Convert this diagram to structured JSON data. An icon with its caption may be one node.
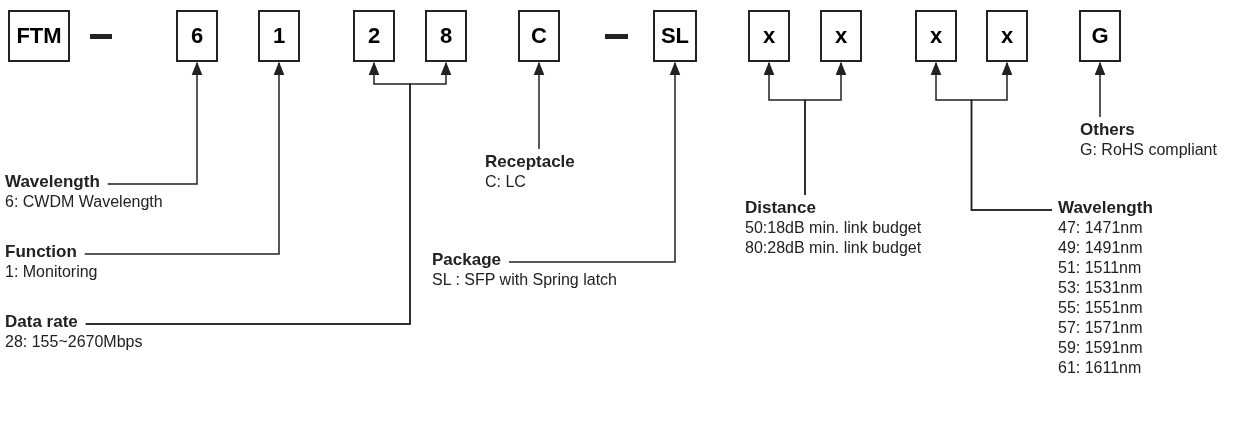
{
  "diagram": {
    "nodes": [
      {
        "text": [
          "FTM"
        ]
      },
      {
        "text": [
          "6"
        ]
      },
      {
        "text": [
          "1"
        ]
      },
      {
        "text": [
          "2"
        ]
      },
      {
        "text": [
          "8"
        ]
      },
      {
        "text": [
          "C"
        ]
      },
      {
        "text": [
          "SL"
        ]
      },
      {
        "text": [
          "x"
        ]
      },
      {
        "text": [
          "x"
        ]
      },
      {
        "text": [
          "x"
        ]
      },
      {
        "text": [
          "x"
        ]
      },
      {
        "text": [
          "G"
        ]
      },
      {
        "text": [
          "Wavelength",
          "6: CWDM Wavelength"
        ]
      },
      {
        "text": [
          "Function",
          "1: Monitoring"
        ]
      },
      {
        "text": [
          "Data rate",
          "28: 155~2670Mbps"
        ]
      },
      {
        "text": [
          "Receptacle",
          "C: LC"
        ]
      },
      {
        "text": [
          "Package",
          "SL : SFP with Spring latch"
        ]
      },
      {
        "text": [
          "Distance",
          "50:18dB min. link budget",
          "80:28dB min. link budget"
        ]
      },
      {
        "text": [
          "Wavelength",
          "47: 1471nm",
          "49: 1491nm",
          "51: 1511nm",
          "53: 1531nm",
          "55: 1551nm",
          "57: 1571nm",
          "59: 1591nm",
          "61: 1611nm"
        ]
      },
      {
        "text": [
          "Others",
          "G: RoHS compliant"
        ]
      }
    ],
    "edges": [
      {
        "from": 12,
        "to": 1,
        "arrow": "to"
      },
      {
        "from": 13,
        "to": 2,
        "arrow": "to"
      },
      {
        "from": 14,
        "to": 3,
        "arrow": "to"
      },
      {
        "from": 14,
        "to": 4,
        "arrow": "to"
      },
      {
        "from": 15,
        "to": 5,
        "arrow": "to"
      },
      {
        "from": 16,
        "to": 6,
        "arrow": "to"
      },
      {
        "from": 17,
        "to": 7,
        "arrow": "to"
      },
      {
        "from": 17,
        "to": 8,
        "arrow": "to"
      },
      {
        "from": 18,
        "to": 9,
        "arrow": "to"
      },
      {
        "from": 18,
        "to": 10,
        "arrow": "to"
      },
      {
        "from": 19,
        "to": 11,
        "arrow": "to"
      }
    ]
  }
}
